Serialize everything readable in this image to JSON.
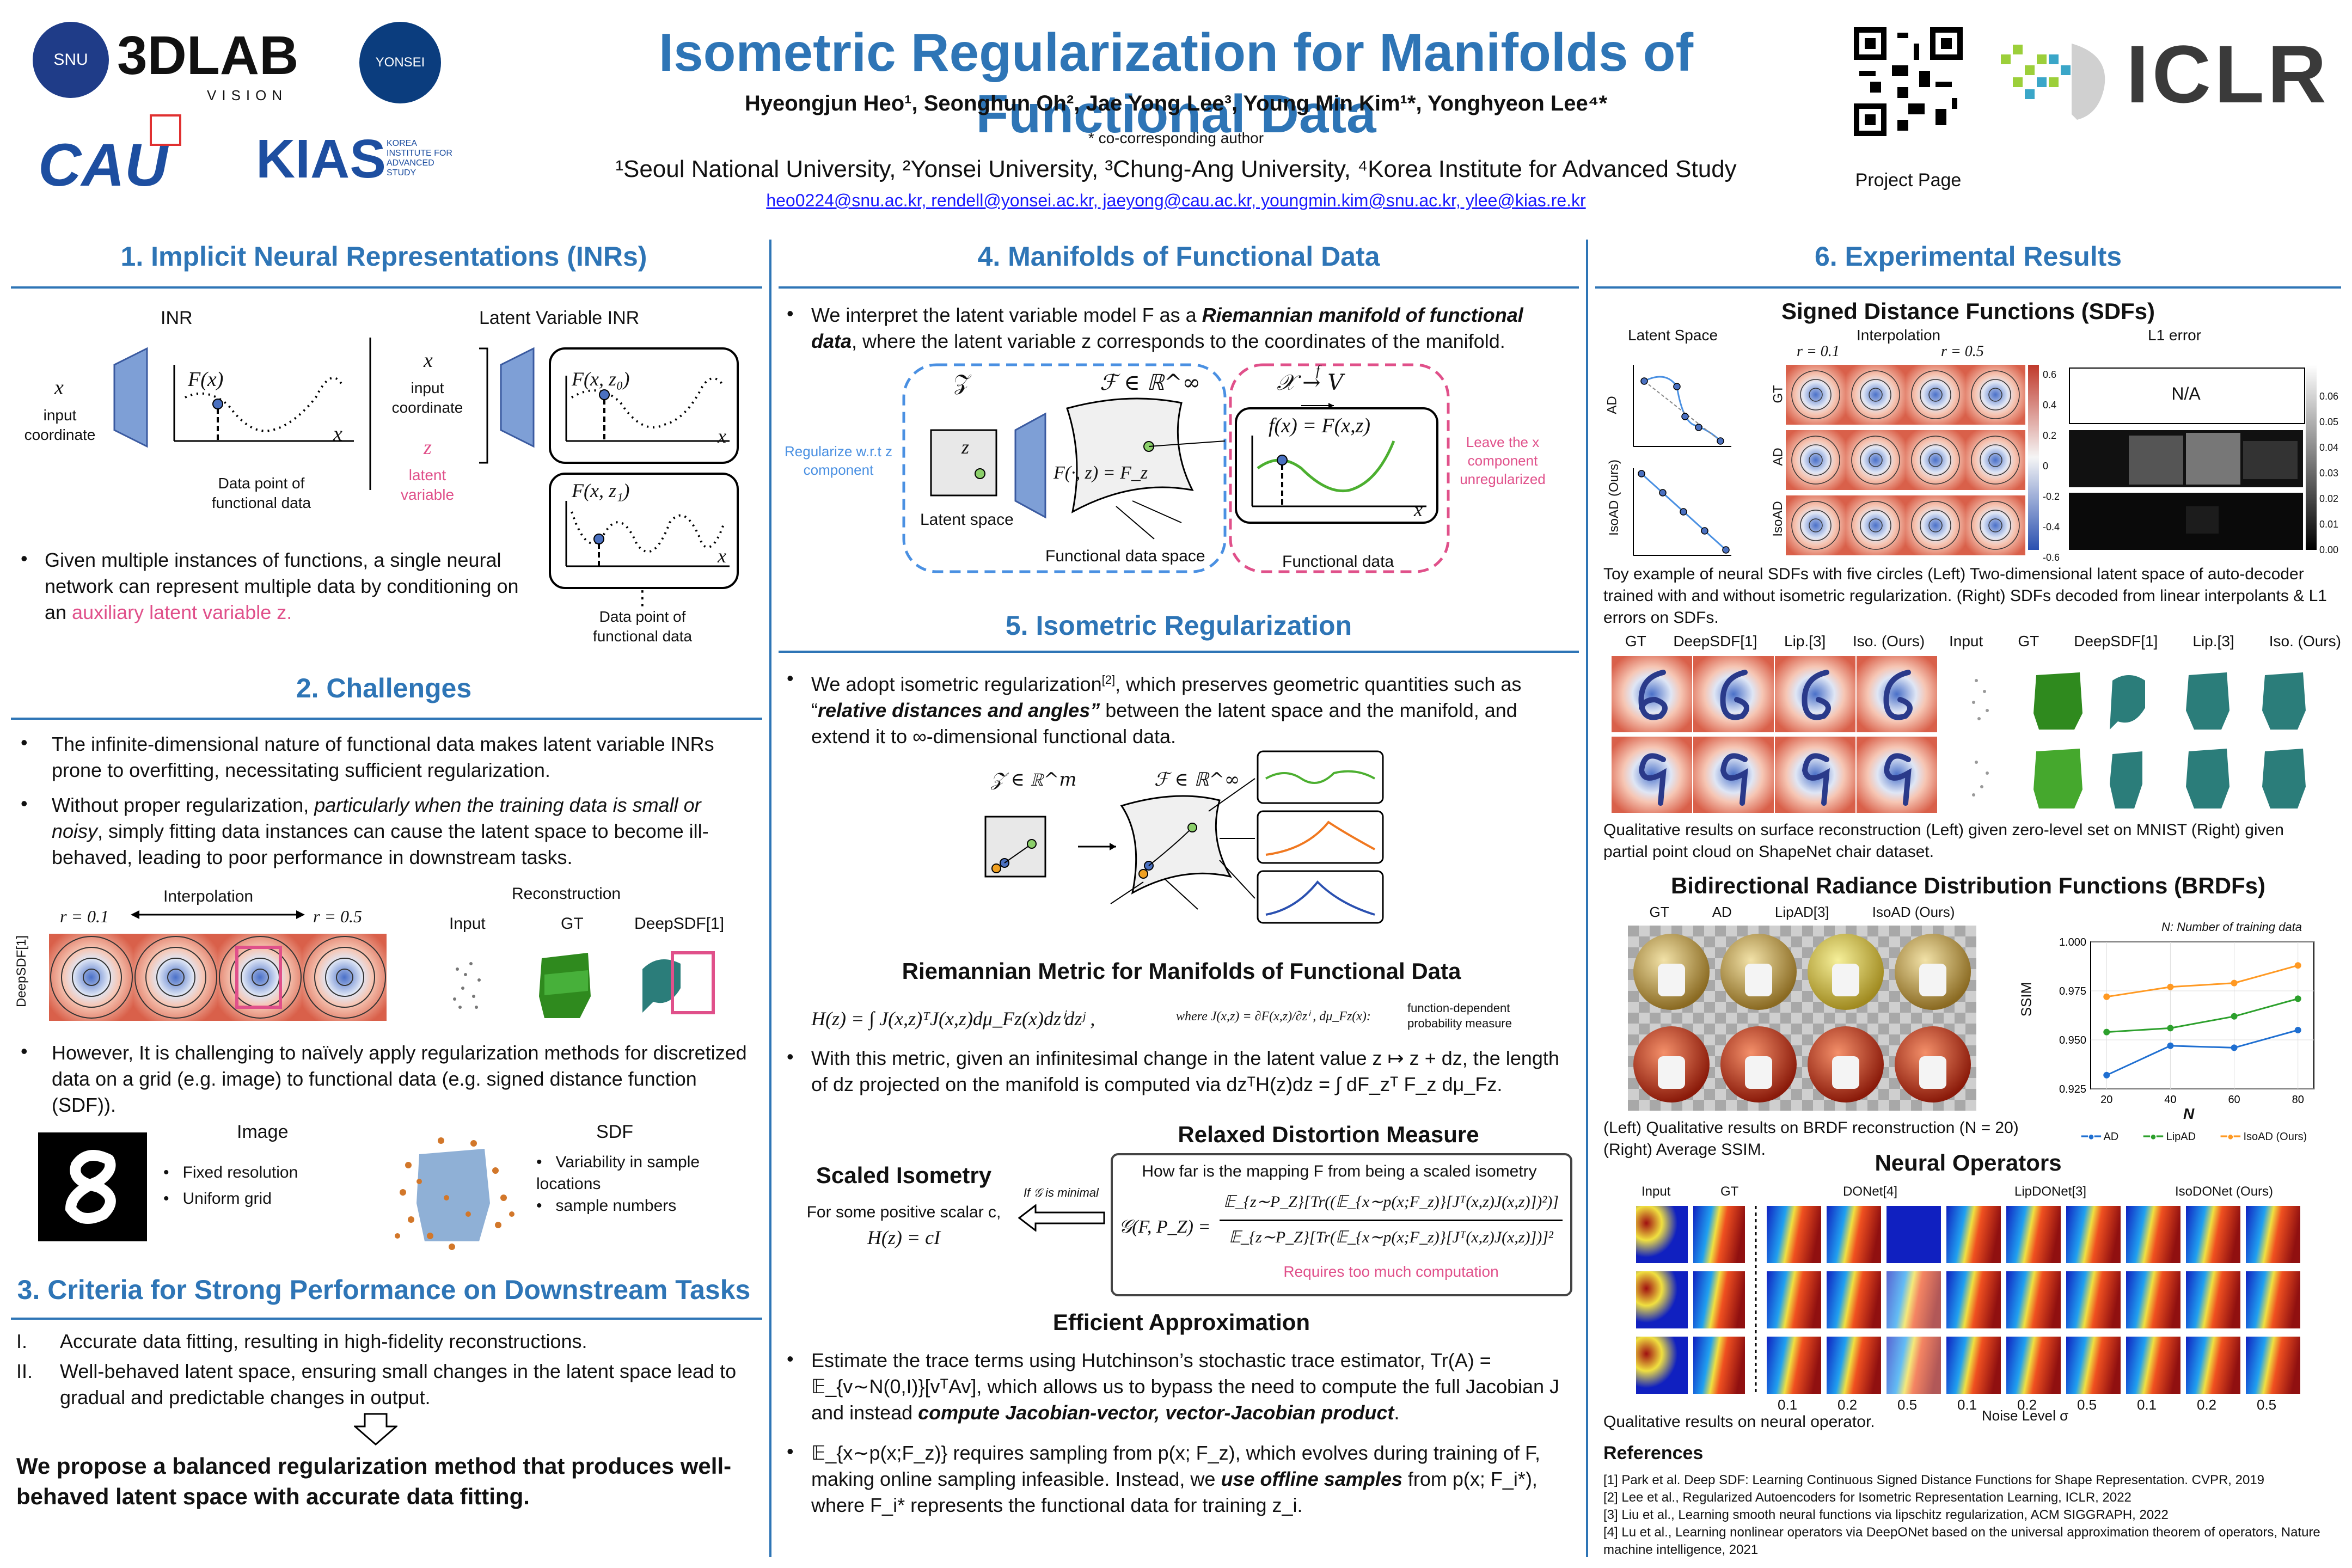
{
  "header": {
    "title": "Isometric Regularization for Manifolds of Functional Data",
    "authors": "Hyeongjun Heo¹, Seonghun Oh², Jae Yong Lee³, Young Min Kim¹*, Yonghyeon Lee⁴*",
    "corresponding": "* co-corresponding author",
    "affiliations": "¹Seoul National University, ²Yonsei University, ³Chung-Ang University, ⁴Korea Institute for Advanced Study",
    "emails": "heo0224@snu.ac.kr, rendell@yonsei.ac.kr, jaeyong@cau.ac.kr, youngmin.kim@snu.ac.kr, ylee@kias.re.kr",
    "project_page_label": "Project Page",
    "logos": {
      "lab": "3DLAB",
      "lab_sub": "VISION",
      "cau": "CAU",
      "kias": "KIAS",
      "kias_sub": "KOREA INSTITUTE FOR ADVANCED STUDY",
      "iclr": "ICLR"
    }
  },
  "sec1": {
    "title": "1. Implicit Neural Representations (INRs)",
    "inr_label": "INR",
    "latent_inr_label": "Latent Variable INR",
    "x_sym": "x",
    "input_coord": "input coordinate",
    "fx": "F(x)",
    "data_point": "Data point of functional data",
    "z_sym": "z",
    "latent_var": "latent variable",
    "fxz0": "F(x, z₀)",
    "fxz1": "F(x, z₁)",
    "data_point2": "Data point of functional data",
    "bullet_a": "Given multiple instances of functions, a single neural network can represent multiple data by conditioning on an ",
    "bullet_b": "auxiliary latent variable z."
  },
  "sec2": {
    "title": "2. Challenges",
    "b1": "The infinite-dimensional nature of functional data makes latent variable INRs prone to overfitting, necessitating sufficient regularization.",
    "b2a": "Without proper regularization, ",
    "b2b": "particularly when the training data is small or noisy",
    "b2c": ", simply fitting data instances can cause the latent space to become ill-behaved, leading to poor performance in downstream tasks.",
    "interp": "Interpolation",
    "r1": "r = 0.1",
    "r2": "r = 0.5",
    "deepsdf_side": "DeepSDF[1]",
    "recon": "Reconstruction",
    "input": "Input",
    "gt": "GT",
    "deepsdf": "DeepSDF[1]",
    "b3": "However, It is challenging to naïvely apply regularization methods for discretized data on a grid (e.g. image) to functional data (e.g. signed distance function (SDF)).",
    "image": "Image",
    "sdf": "SDF",
    "img_bullets": [
      "Fixed resolution",
      "Uniform grid"
    ],
    "sdf_bullets": [
      "Variability in sample locations",
      "sample numbers"
    ]
  },
  "sec3": {
    "title": "3. Criteria for Strong Performance on Downstream Tasks",
    "i1": "Accurate data fitting, resulting in high-fidelity reconstructions.",
    "i2": "Well-behaved latent space, ensuring small changes in the latent space lead to gradual and predictable changes in output.",
    "n1": "I.",
    "n2": "II.",
    "conclusion": "We propose a balanced regularization method that produces well-behaved latent space with accurate data fitting."
  },
  "sec4": {
    "title": "4. Manifolds of Functional Data",
    "b1a": "We interpret the latent variable model F as a ",
    "b1b": "Riemannian manifold of functional data",
    "b1c": ", where the latent variable z corresponds to the coordinates of the manifold.",
    "Z": "𝒵",
    "F": "ℱ ∈ ℝ^∞",
    "X": "𝒳 → V",
    "f_over": "f",
    "fx_eq": "f(x) = F(x,z)",
    "Fz": "F(·, z) = F_z",
    "latent_space": "Latent space",
    "func_space": "Functional data space",
    "func_data": "Functional data",
    "reg_note": "Regularize w.r.t z component",
    "leave_note": "Leave the x component unregularized",
    "z": "z",
    "x": "x"
  },
  "sec5": {
    "title": "5. Isometric Regularization",
    "b1a": "We adopt isometric regularization",
    "b1ref": "[2]",
    "b1b": ", which preserves geometric quantities such as “",
    "b1c": "relative distances and angles”",
    "b1d": " between the latent space and the manifold, and extend it to ∞-dimensional functional data.",
    "Zm": "𝒵 ∈ ℝ^m",
    "Finf": "ℱ ∈ ℝ^∞",
    "rm_title": "Riemannian Metric for Manifolds of Functional Data",
    "rm_eq": "H(z) = ∫ J(x,z)ᵀJ(x,z)dμ_Fz(x)dzⁱdzʲ ,",
    "rm_where": "where J(x,z) = ∂F(x,z)/∂zⁱ ,  dμ_Fz(x):",
    "rm_measure": "function-dependent probability measure",
    "b2": "With this metric, given an infinitesimal change in the latent value z ↦ z + dz, the length of dz projected on the manifold is computed via dzᵀH(z)dz = ∫ dF_zᵀ F_z dμ_Fz.",
    "rd_title": "Relaxed Distortion Measure",
    "si_title": "Scaled Isometry",
    "si_text": "For some positive scalar c,",
    "si_eq": "H(z) = cI",
    "if_min": "If 𝒢 is minimal",
    "how_far": "How far is the mapping F from being a scaled isometry",
    "g_lhs": "𝒢(F, P_Z) =",
    "g_num": "𝔼_{z∼P_Z}[Tr((𝔼_{x∼p(x;F_z)}[Jᵀ(x,z)J(x,z)])²)]",
    "g_den": "𝔼_{z∼P_Z}[Tr(𝔼_{x∼p(x;F_z)}[Jᵀ(x,z)J(x,z)])]²",
    "requires": "Requires too much computation",
    "ea_title": "Efficient Approximation",
    "b3a": "Estimate the trace terms using Hutchinson’s stochastic trace estimator, Tr(A) = 𝔼_{v∼N(0,I)}[vᵀAv], which allows us to bypass the need to compute the full Jacobian J and instead ",
    "b3b": "compute Jacobian-vector, vector-Jacobian product",
    "b3c": ".",
    "b4a": "𝔼_{x∼p(x;F_z)} requires sampling from p(x; F_z), which evolves during training of F, making online sampling infeasible. Instead, we ",
    "b4b": "use offline samples",
    "b4c": " from p(x; F_i*), where F_i* represents the functional data for training z_i."
  },
  "sec6": {
    "title": "6. Experimental Results",
    "sdf_title": "Signed Distance Functions (SDFs)",
    "latent_space": "Latent Space",
    "interpolation": "Interpolation",
    "l1_error": "L1 error",
    "r1": "r = 0.1",
    "r2": "r = 0.5",
    "row_gt": "GT",
    "row_ad": "AD",
    "row_isoad": "IsoAD (Ours)",
    "na": "N/A",
    "cb_left": [
      "0.6",
      "0.4",
      "0.2",
      "0",
      "-0.2",
      "-0.4",
      "-0.6"
    ],
    "cb_right": [
      "0.06",
      "0.05",
      "0.04",
      "0.03",
      "0.02",
      "0.01",
      "0.00"
    ],
    "cap1": "Toy example of neural SDFs with five circles (Left) Two-dimensional latent space of auto-decoder trained with and without isometric regularization. (Right) SDFs decoded from linear interpolants & L1 errors on SDFs.",
    "mnist_heads": [
      "GT",
      "DeepSDF[1]",
      "Lip.[3]",
      "Iso. (Ours)"
    ],
    "chair_heads": [
      "Input",
      "GT",
      "DeepSDF[1]",
      "Lip.[3]",
      "Iso. (Ours)"
    ],
    "cap2": "Qualitative results on surface reconstruction (Left) given zero-level set on MNIST (Right) given partial point cloud on ShapeNet chair dataset.",
    "brdf_title": "Bidirectional Radiance Distribution Functions (BRDFs)",
    "brdf_heads": [
      "GT",
      "AD",
      "LipAD[3]",
      "IsoAD (Ours)"
    ],
    "n_note": "N: Number of training data",
    "ssim": "SSIM",
    "n_axis": "N",
    "legend": [
      "AD",
      "LipAD",
      "IsoAD (Ours)"
    ],
    "cap3": "(Left) Qualitative results on BRDF reconstruction (N = 20) (Right) Average SSIM.",
    "no_title": "Neural Operators",
    "no_heads": [
      "Input",
      "GT",
      "DONet[4]",
      "LipDONet[3]",
      "IsoDONet (Ours)"
    ],
    "noise_ticks": [
      "0.1",
      "0.2",
      "0.5",
      "0.1",
      "0.2",
      "0.5",
      "0.1",
      "0.2",
      "0.5"
    ],
    "noise_label": "Noise Level σ",
    "cap4": "Qualitative results on neural operator.",
    "refs_title": "References",
    "refs": [
      "[1] Park et al. Deep SDF: Learning Continuous Signed Distance Functions for Shape Representation. CVPR, 2019",
      "[2] Lee et al., Regularized Autoencoders for Isometric Representation Learning, ICLR, 2022",
      "[3] Liu et al., Learning smooth neural functions via lipschitz regularization, ACM SIGGRAPH, 2022",
      "[4] Lu et al., Learning nonlinear operators via DeepONet based on the universal approximation theorem of operators, Nature machine intelligence, 2021"
    ]
  },
  "chart_data": {
    "type": "line",
    "x": [
      20,
      40,
      60,
      80
    ],
    "xlabel": "N",
    "ylabel": "SSIM",
    "ylim": [
      0.925,
      1.0
    ],
    "yticks": [
      0.925,
      0.95,
      0.975,
      1.0
    ],
    "series": [
      {
        "name": "AD",
        "values": [
          0.932,
          0.947,
          0.946,
          0.955
        ],
        "color": "#1f6fd1"
      },
      {
        "name": "LipAD",
        "values": [
          0.954,
          0.956,
          0.962,
          0.971
        ],
        "color": "#2ca02c"
      },
      {
        "name": "IsoAD (Ours)",
        "values": [
          0.972,
          0.977,
          0.979,
          0.988
        ],
        "color": "#ff9922"
      }
    ],
    "legend": "bottom"
  },
  "colors": {
    "accent": "#2e75b6",
    "pink": "#e0508a",
    "blue": "#4a90e2"
  }
}
